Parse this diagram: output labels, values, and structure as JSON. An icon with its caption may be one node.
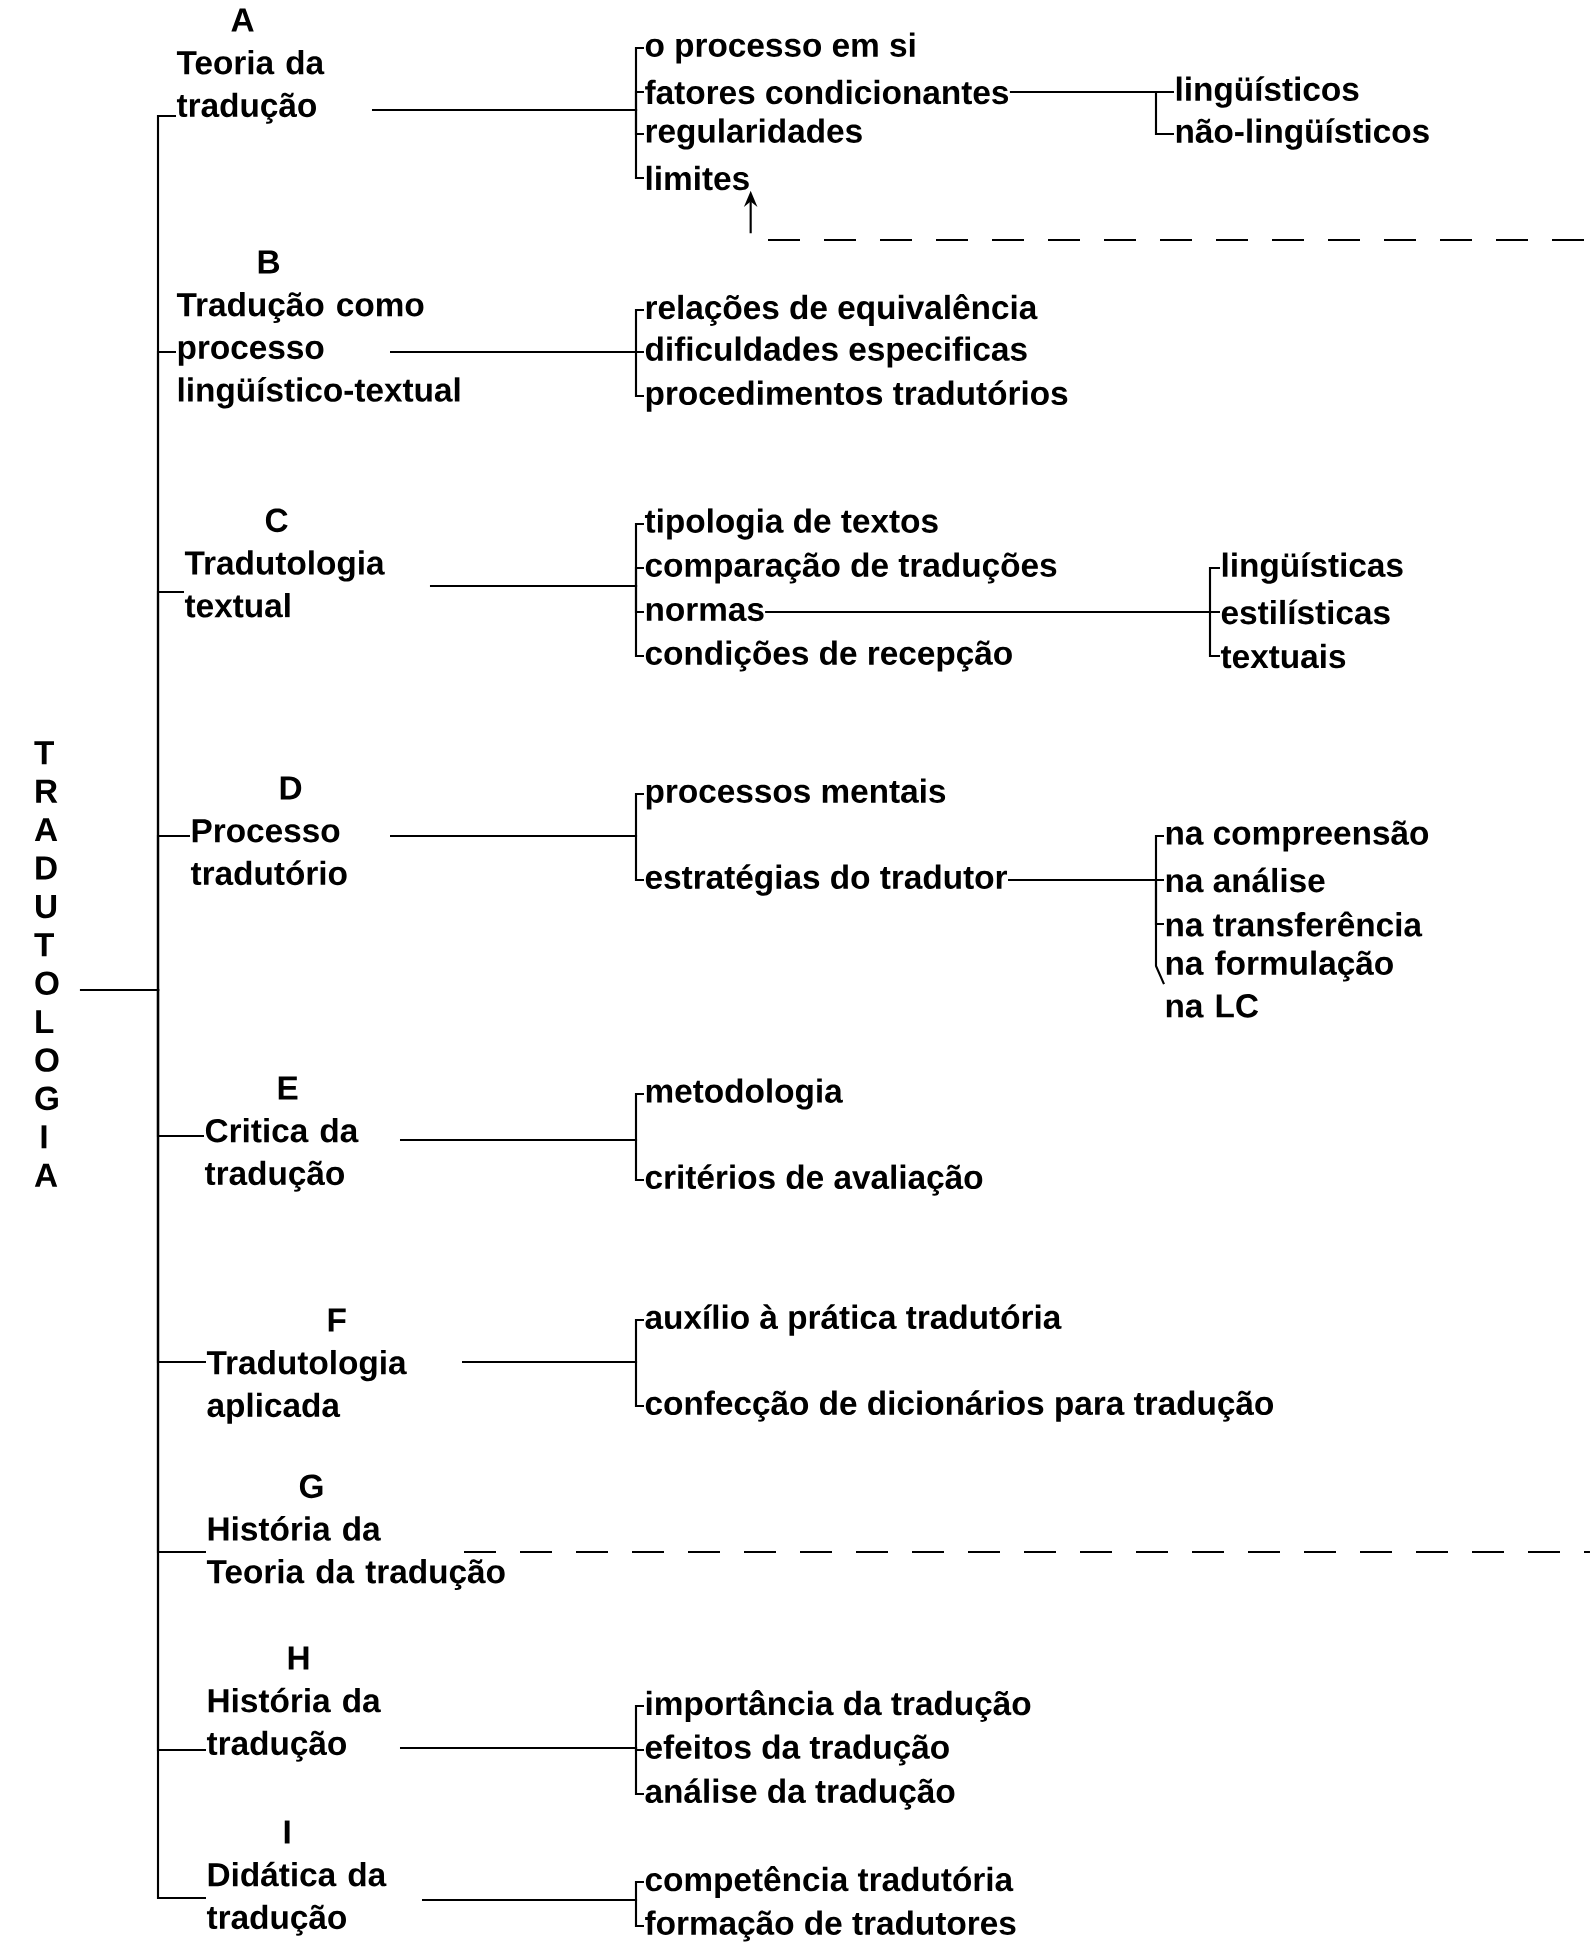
{
  "diagram": {
    "nodes": [
      {
        "text": [
          "T R A D U T O L O G I A"
        ]
      },
      {
        "text": [
          "A",
          "Teoria da tradução"
        ]
      },
      {
        "text": [
          "o processo em si"
        ]
      },
      {
        "text": [
          "fatores condicionantes"
        ]
      },
      {
        "text": [
          "lingüísticos"
        ]
      },
      {
        "text": [
          "não-lingüísticos"
        ]
      },
      {
        "text": [
          "regularidades"
        ]
      },
      {
        "text": [
          "limites"
        ]
      },
      {
        "text": [
          "B",
          "Tradução como processo lingüístico-textual"
        ]
      },
      {
        "text": [
          "relações de equivalência"
        ]
      },
      {
        "text": [
          "dificuldades especificas"
        ]
      },
      {
        "text": [
          "procedimentos tradutórios"
        ]
      },
      {
        "text": [
          "C",
          "Tradutologia textual"
        ]
      },
      {
        "text": [
          "tipologia de textos"
        ]
      },
      {
        "text": [
          "comparação de traduções"
        ]
      },
      {
        "text": [
          "normas"
        ]
      },
      {
        "text": [
          "lingüísticas"
        ]
      },
      {
        "text": [
          "estilísticas"
        ]
      },
      {
        "text": [
          "textuais"
        ]
      },
      {
        "text": [
          "condições de recepção"
        ]
      },
      {
        "text": [
          "D",
          "Processo tradutório"
        ]
      },
      {
        "text": [
          "processos mentais"
        ]
      },
      {
        "text": [
          "estratégias do tradutor"
        ]
      },
      {
        "text": [
          "na compreensão"
        ]
      },
      {
        "text": [
          "na análise"
        ]
      },
      {
        "text": [
          "na transferência"
        ]
      },
      {
        "text": [
          "na formulação na LC"
        ]
      },
      {
        "text": [
          "E",
          "Critica da tradução"
        ]
      },
      {
        "text": [
          "metodologia"
        ]
      },
      {
        "text": [
          "critérios de avaliação"
        ]
      },
      {
        "text": [
          "F",
          "Tradutologia aplicada"
        ]
      },
      {
        "text": [
          "auxílio à prática tradutória"
        ]
      },
      {
        "text": [
          "confecção de dicionários para tradução"
        ]
      },
      {
        "text": [
          "G",
          "História da Teoria da tradução"
        ]
      },
      {
        "text": [
          "H",
          "História da tradução"
        ]
      },
      {
        "text": [
          "importância da tradução"
        ]
      },
      {
        "text": [
          "efeitos da tradução"
        ]
      },
      {
        "text": [
          "análise da tradução"
        ]
      },
      {
        "text": [
          "I",
          "Didática da tradução"
        ]
      },
      {
        "text": [
          "competência tradutória"
        ]
      },
      {
        "text": [
          "formação de tradutores"
        ]
      }
    ],
    "edges": [
      {
        "from": 0,
        "to": 1,
        "arrow": "none"
      },
      {
        "from": 0,
        "to": 8,
        "arrow": "none"
      },
      {
        "from": 0,
        "to": 12,
        "arrow": "none"
      },
      {
        "from": 0,
        "to": 20,
        "arrow": "none"
      },
      {
        "from": 0,
        "to": 27,
        "arrow": "none"
      },
      {
        "from": 0,
        "to": 30,
        "arrow": "none"
      },
      {
        "from": 0,
        "to": 33,
        "arrow": "none"
      },
      {
        "from": 0,
        "to": 34,
        "arrow": "none"
      },
      {
        "from": 0,
        "to": 38,
        "arrow": "none"
      },
      {
        "from": 1,
        "to": 2,
        "arrow": "none"
      },
      {
        "from": 1,
        "to": 3,
        "arrow": "none"
      },
      {
        "from": 1,
        "to": 6,
        "arrow": "none"
      },
      {
        "from": 1,
        "to": 7,
        "arrow": "none"
      },
      {
        "from": 3,
        "to": 4,
        "arrow": "none"
      },
      {
        "from": 3,
        "to": 5,
        "arrow": "none"
      },
      {
        "from": 8,
        "to": 9,
        "arrow": "none"
      },
      {
        "from": 8,
        "to": 10,
        "arrow": "none"
      },
      {
        "from": 8,
        "to": 11,
        "arrow": "none"
      },
      {
        "from": 12,
        "to": 13,
        "arrow": "none"
      },
      {
        "from": 12,
        "to": 14,
        "arrow": "none"
      },
      {
        "from": 12,
        "to": 15,
        "arrow": "none"
      },
      {
        "from": 12,
        "to": 19,
        "arrow": "none"
      },
      {
        "from": 15,
        "to": 16,
        "arrow": "none"
      },
      {
        "from": 15,
        "to": 17,
        "arrow": "none"
      },
      {
        "from": 15,
        "to": 18,
        "arrow": "none"
      },
      {
        "from": 20,
        "to": 21,
        "arrow": "none"
      },
      {
        "from": 20,
        "to": 22,
        "arrow": "none"
      },
      {
        "from": 22,
        "to": 23,
        "arrow": "none"
      },
      {
        "from": 22,
        "to": 24,
        "arrow": "none"
      },
      {
        "from": 22,
        "to": 25,
        "arrow": "none"
      },
      {
        "from": 22,
        "to": 26,
        "arrow": "none"
      },
      {
        "from": 27,
        "to": 28,
        "arrow": "none"
      },
      {
        "from": 27,
        "to": 29,
        "arrow": "none"
      },
      {
        "from": 30,
        "to": 31,
        "arrow": "none"
      },
      {
        "from": 30,
        "to": 32,
        "arrow": "none"
      },
      {
        "from": 33,
        "to": 7,
        "arrow": "to",
        "style": "dashed"
      },
      {
        "from": 34,
        "to": 35,
        "arrow": "none"
      },
      {
        "from": 34,
        "to": 36,
        "arrow": "none"
      },
      {
        "from": 34,
        "to": 37,
        "arrow": "none"
      },
      {
        "from": 38,
        "to": 39,
        "arrow": "none"
      },
      {
        "from": 38,
        "to": 40,
        "arrow": "none"
      }
    ]
  }
}
